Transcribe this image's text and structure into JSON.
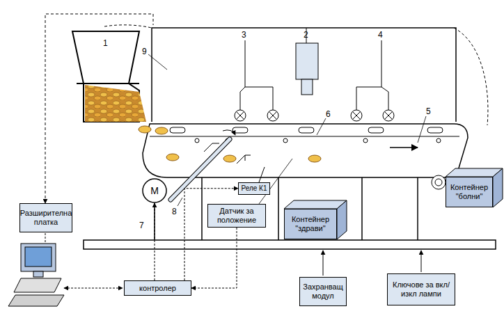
{
  "diagram": {
    "nodes": [
      {
        "text": [
          "Разширителна платка"
        ]
      },
      {
        "text": [
          "контролер"
        ]
      },
      {
        "text": [
          "Реле К1"
        ]
      },
      {
        "text": [
          "Датчик за положение"
        ]
      },
      {
        "text": [
          "Контейнер \"здрави\""
        ]
      },
      {
        "text": [
          "Контейнер \"болни\""
        ]
      },
      {
        "text": [
          "Захранващ модул"
        ]
      },
      {
        "text": [
          "Ключове за вкл/изкл лампи"
        ]
      },
      {
        "text": [
          "M"
        ]
      }
    ],
    "edges": [
      {
        "from": 1,
        "to": 8,
        "arrow": "to"
      },
      {
        "from": 1,
        "to": 2,
        "arrow": "to"
      },
      {
        "from": 3,
        "to": 1,
        "arrow": "to"
      }
    ],
    "labels": [
      "1",
      "2",
      "3",
      "4",
      "5",
      "6",
      "7",
      "8",
      "9"
    ]
  }
}
